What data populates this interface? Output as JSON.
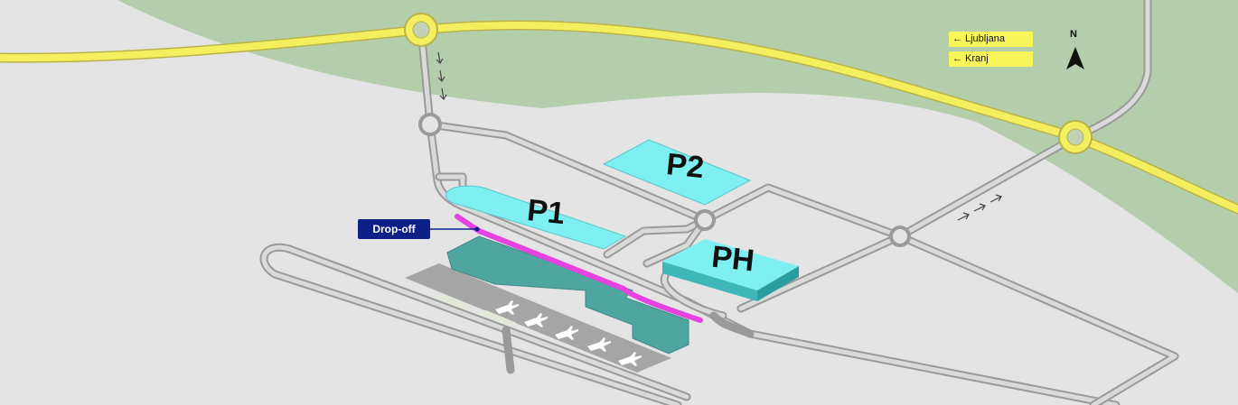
{
  "map": {
    "parking": {
      "p1": "P1",
      "p2": "P2",
      "ph": "PH"
    },
    "dropoff_label": "Drop-off",
    "destinations": [
      {
        "arrow": "←",
        "label": "Ljubljana"
      },
      {
        "arrow": "←",
        "label": "Kranj"
      }
    ],
    "north": "N",
    "colors": {
      "background": "#e4e4e4",
      "green_area": "#b4cdaa",
      "highway": "#f4ef5e",
      "parking": "#7ef0f2",
      "terminal": "#4fa6a1",
      "dropoff_lane": "#e542e0",
      "dropoff_tag": "#0c1f87",
      "road": "#9a9a9a"
    }
  }
}
